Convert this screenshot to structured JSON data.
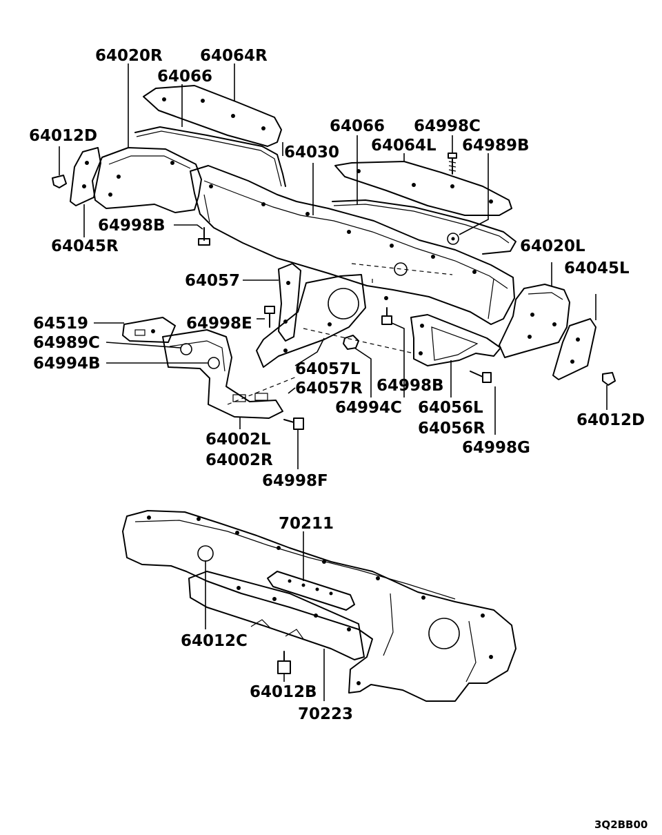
{
  "labels": {
    "p64020R": "64020R",
    "p64064R": "64064R",
    "p64066a": "64066",
    "p64012Da": "64012D",
    "p64030": "64030",
    "p64066b": "64066",
    "p64998C": "64998C",
    "p64064L": "64064L",
    "p64989B": "64989B",
    "p64998Ba": "64998B",
    "p64045R": "64045R",
    "p64020L": "64020L",
    "p64045L": "64045L",
    "p64057": "64057",
    "p64519": "64519",
    "p64998E": "64998E",
    "p64989C": "64989C",
    "p64994B": "64994B",
    "p64057L": "64057L",
    "p64057R": "64057R",
    "p64998Bb": "64998B",
    "p64994C": "64994C",
    "p64056L": "64056L",
    "p64056R": "64056R",
    "p64998G": "64998G",
    "p64012Db": "64012D",
    "p64002L": "64002L",
    "p64002R": "64002R",
    "p64998F": "64998F",
    "p70211": "70211",
    "p64012C": "64012C",
    "p64012B": "64012B",
    "p70223": "70223"
  },
  "diagram_code": "3Q2BB00"
}
